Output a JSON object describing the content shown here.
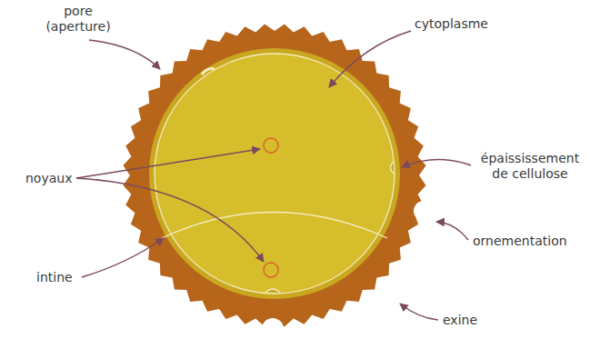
{
  "diagram": {
    "labels": [
      "pore (aperture)",
      "cytoplasme",
      "épaississement de cellulose",
      "noyaux",
      "ornementation",
      "intine",
      "exine"
    ]
  }
}
